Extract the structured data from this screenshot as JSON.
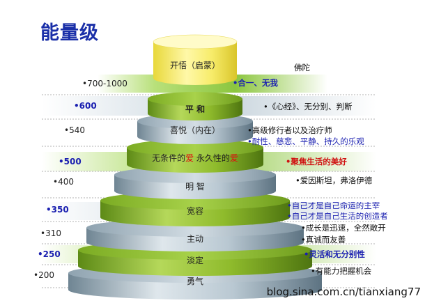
{
  "title": "能量级",
  "watermark": "blog.sina.com.cn/tianxiang77",
  "levels": [
    {
      "value": "•700-1000",
      "layer": "开悟（启蒙）",
      "desc": "佛陀",
      "desc2": "•合一、无我"
    },
    {
      "value": "•600",
      "layer": "平 和",
      "desc": "•《心经》、无分别、判断"
    },
    {
      "value": "•540",
      "layer": "喜悦（内在）",
      "desc": "•高级修行者以及治疗师",
      "desc2": "•耐性、慈悲、平静、持久的乐观"
    },
    {
      "value": "•500",
      "layer_a": "无条件的",
      "layer_b": "爱",
      "layer_c": " 永久性的",
      "layer_d": "爱",
      "desc": "•聚焦生活的美好"
    },
    {
      "value": "•400",
      "layer": "明 智",
      "desc": "•爱因斯坦，弗洛伊德"
    },
    {
      "value": "•350",
      "layer": "宽容",
      "desc": "•自己才是自己命运的主宰",
      "desc2": "•自己才是自己生活的创造者"
    },
    {
      "value": "•310",
      "layer": "主动",
      "desc": "•成长是迅速，全然敞开",
      "desc2": "•真诚而友善"
    },
    {
      "value": "•250",
      "layer": "淡定",
      "desc": "•灵活和无分别性"
    },
    {
      "value": "•200",
      "layer": "勇气",
      "desc": "•有能力把握机会"
    }
  ]
}
